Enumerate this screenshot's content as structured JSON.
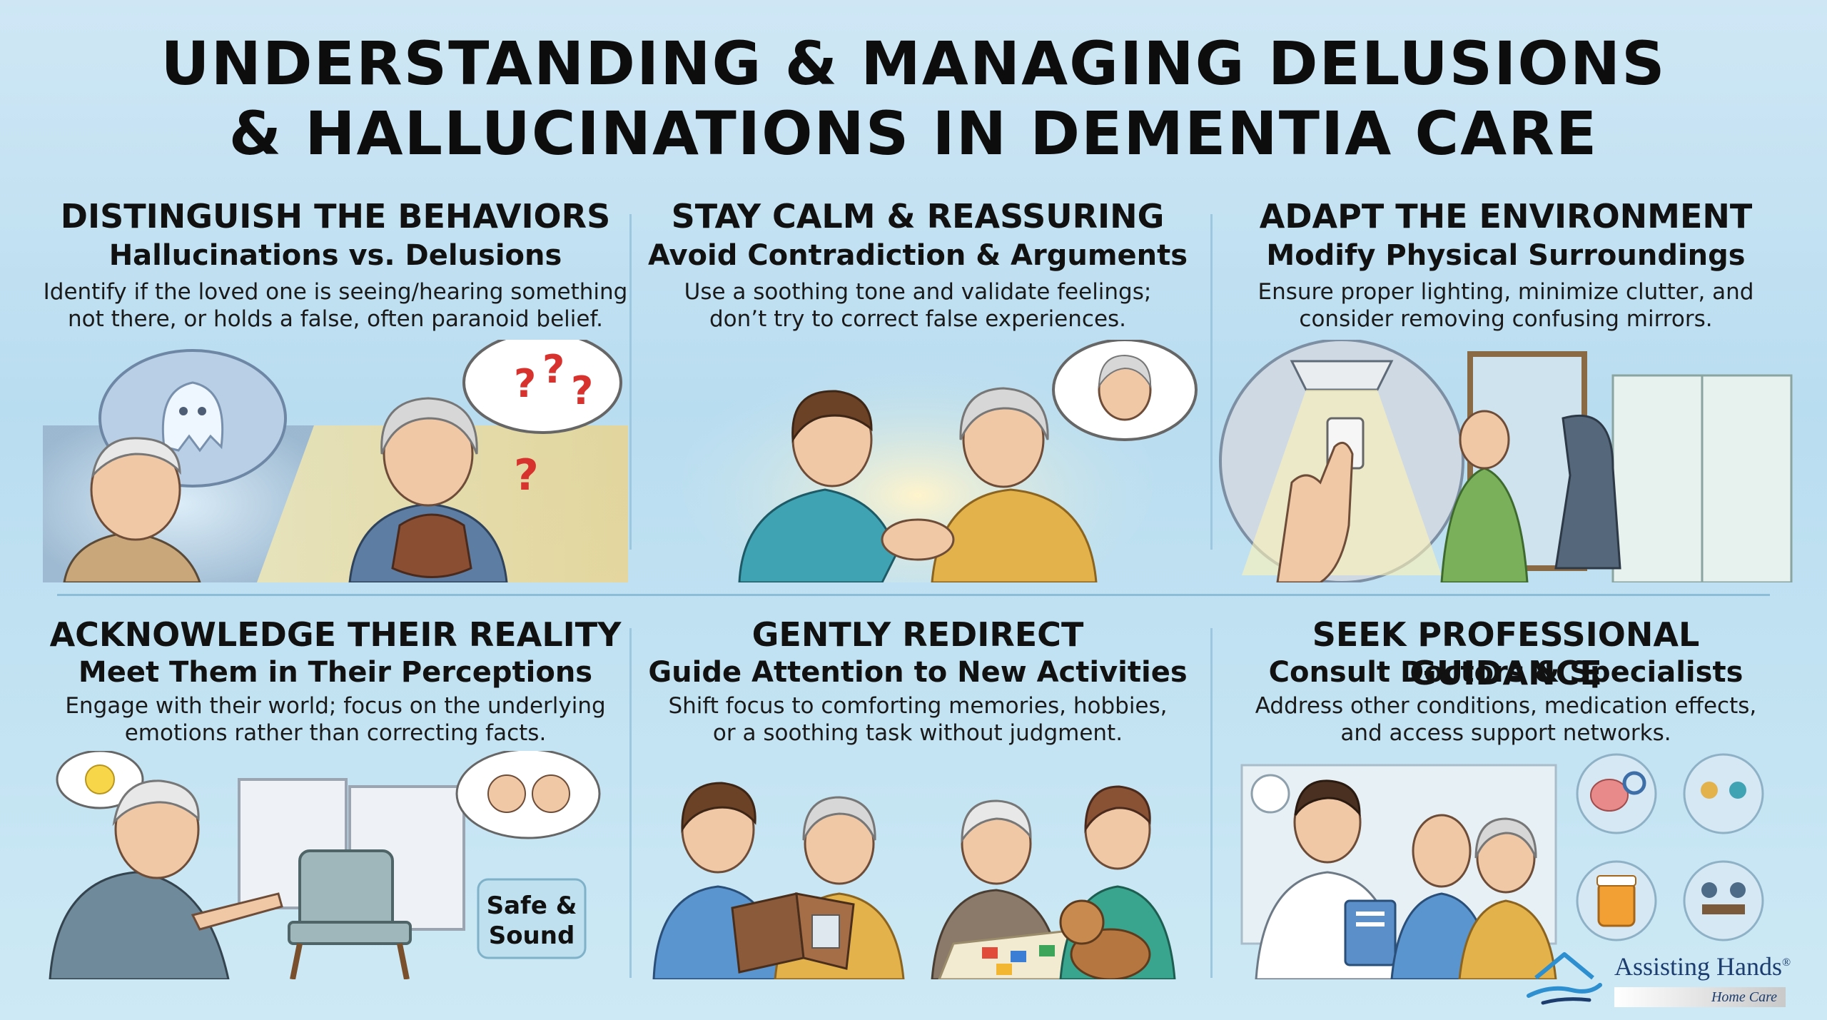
{
  "title": {
    "line1": "UNDERSTANDING & MANAGING DELUSIONS",
    "line2": "& HALLUCINATIONS IN DEMENTIA CARE"
  },
  "panels": [
    {
      "heading": "DISTINGUISH THE BEHAVIORS",
      "subheading": "Hallucinations vs. Delusions",
      "desc1": "Identify if the loved one is seeing/hearing something",
      "desc2": "not there, or holds a false, often paranoid belief."
    },
    {
      "heading": "STAY CALM & REASSURING",
      "subheading": "Avoid Contradiction & Arguments",
      "desc1": "Use a soothing tone and validate feelings;",
      "desc2": "don’t try to correct false experiences."
    },
    {
      "heading": "ADAPT THE ENVIRONMENT",
      "subheading": "Modify Physical Surroundings",
      "desc1": "Ensure proper lighting, minimize clutter, and",
      "desc2": "consider removing confusing mirrors."
    },
    {
      "heading": "ACKNOWLEDGE THEIR REALITY",
      "subheading": "Meet Them in Their Perceptions",
      "desc1": "Engage with their world; focus on the underlying",
      "desc2": "emotions rather than correcting facts.",
      "sign1": "Safe &",
      "sign2": "Sound"
    },
    {
      "heading": "GENTLY REDIRECT",
      "subheading": "Guide Attention to New Activities",
      "desc1": "Shift focus to comforting memories, hobbies,",
      "desc2": "or a soothing task without judgment."
    },
    {
      "heading": "SEEK PROFESSIONAL GUIDANCE",
      "subheading": "Consult Doctors & Specialists",
      "desc1": "Address other conditions, medication effects,",
      "desc2": "and access support networks."
    }
  ],
  "icons": {
    "p1": [
      "ghost-thought-icon",
      "elderly-man-icon",
      "elderly-woman-purse-icon",
      "question-marks-icon"
    ],
    "p2": [
      "caregiver-icon",
      "elderly-woman-icon",
      "holding-hands-icon"
    ],
    "p3": [
      "lamp-icon",
      "light-switch-icon",
      "mirror-covering-icon",
      "window-icon"
    ],
    "p4": [
      "smiley-thought-icon",
      "elderly-man-pointing-icon",
      "empty-chair-icon",
      "framed-portraits-icon"
    ],
    "p5": [
      "photo-album-icon",
      "puzzle-icon",
      "dog-icon"
    ],
    "p6": [
      "doctor-icon",
      "clipboard-icon",
      "brain-gear-icon",
      "pill-bottle-icon",
      "support-group-icon"
    ]
  },
  "logo": {
    "name": "Assisting Hands",
    "registered": "®",
    "sub": "Home Care"
  },
  "colors": {
    "background": "#c6e4f3",
    "divider": "#8cbcd8",
    "logo_blue": "#1d3d6e",
    "caregiver_teal": "#3fa3b3",
    "cardigan_mustard": "#e4b24a"
  }
}
